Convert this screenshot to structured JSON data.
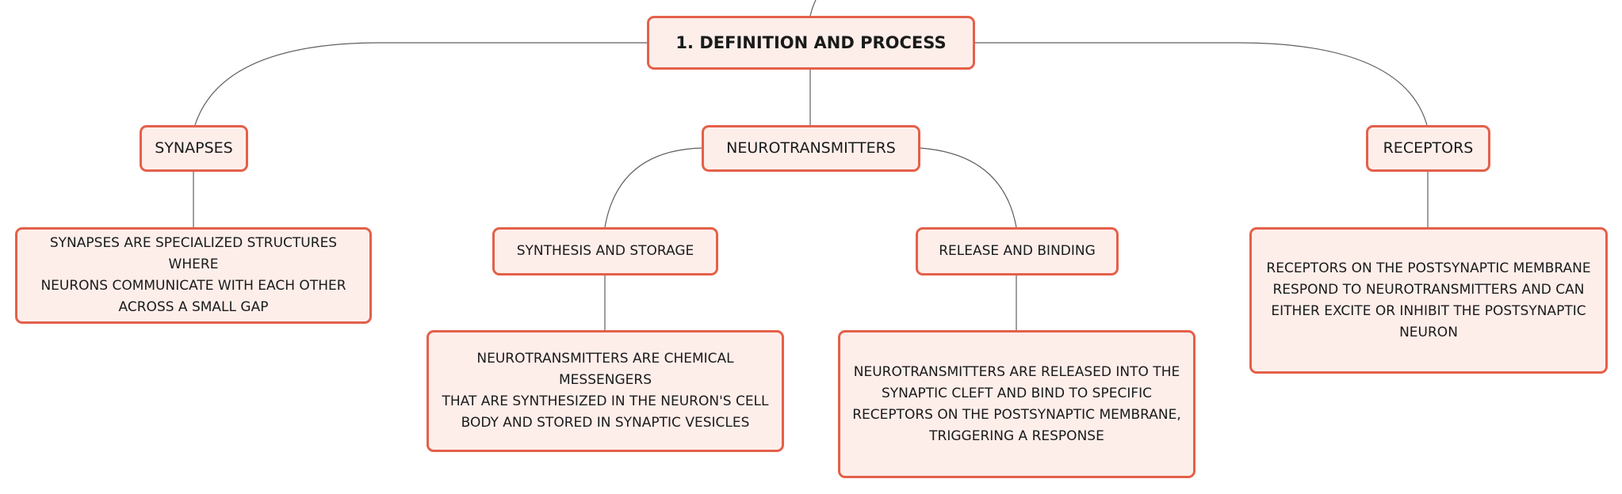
{
  "colors": {
    "node_fill": "#fdeeea",
    "node_border": "#e4604a",
    "connector": "#5f5f5f",
    "text": "#1a1a1a"
  },
  "nodes": {
    "root": "1. DEFINITION AND PROCESS",
    "synapses": "SYNAPSES",
    "neurotransmitters": "NEUROTRANSMITTERS",
    "receptors": "RECEPTORS",
    "synapses_detail": "SYNAPSES ARE SPECIALIZED STRUCTURES WHERE\nNEURONS COMMUNICATE WITH EACH OTHER\nACROSS A SMALL GAP",
    "synthesis_storage": "SYNTHESIS AND STORAGE",
    "release_binding": "RELEASE AND BINDING",
    "receptors_detail": "RECEPTORS ON THE POSTSYNAPTIC MEMBRANE\nRESPOND TO NEUROTRANSMITTERS AND CAN\nEITHER EXCITE OR INHIBIT THE POSTSYNAPTIC\nNEURON",
    "synthesis_detail": "NEUROTRANSMITTERS ARE CHEMICAL MESSENGERS\nTHAT ARE SYNTHESIZED IN THE NEURON'S CELL\nBODY AND STORED IN SYNAPTIC VESICLES",
    "release_detail": "NEUROTRANSMITTERS ARE RELEASED INTO THE\nSYNAPTIC CLEFT AND BIND TO SPECIFIC\nRECEPTORS ON THE POSTSYNAPTIC MEMBRANE,\nTRIGGERING A RESPONSE"
  }
}
